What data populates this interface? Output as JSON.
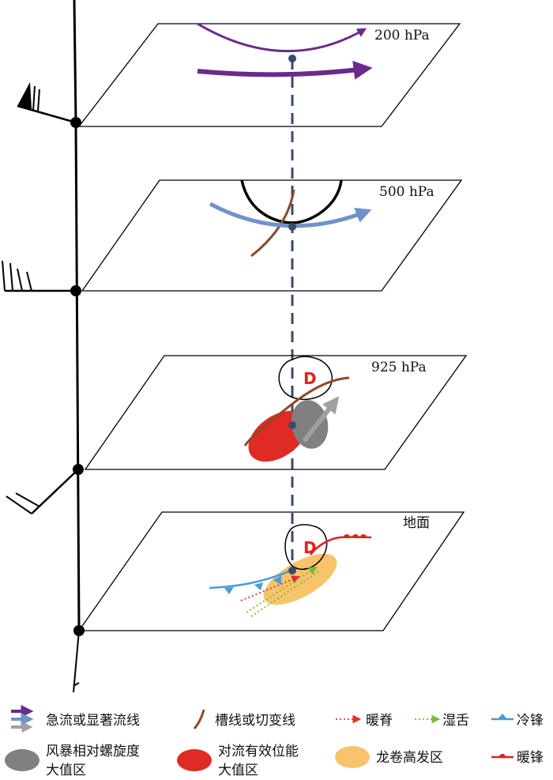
{
  "levels": {
    "l200": "200  hPa",
    "l500": "500  hPa",
    "l925": "925  hPa",
    "surface": "地面"
  },
  "low_marker": "D",
  "legend": {
    "jet": "急流或显著流线",
    "trough": "槽线或切变线",
    "warm_ridge": "暖脊",
    "wet_tongue": "湿舌",
    "cold_front": "冷锋",
    "srh_line1": "风暴相对螺旋度",
    "srh_line2": "大值区",
    "cape_line1": "对流有效位能",
    "cape_line2": "大值区",
    "tornado_zone": "龙卷高发区",
    "warm_front": "暖锋"
  },
  "colors": {
    "jet_200": "#6a2a8c",
    "jet_500": "#6f93c8",
    "trough": "#8b4a2b",
    "cape": "#e02a24",
    "srh": "#808080",
    "tornado_zone": "#f7c46c",
    "cold_front": "#4a9ad6",
    "warm_front": "#e02020",
    "warm_ridge": "#e03030",
    "wet_tongue": "#7ab83a",
    "axis_dash": "#3a4a6a"
  }
}
